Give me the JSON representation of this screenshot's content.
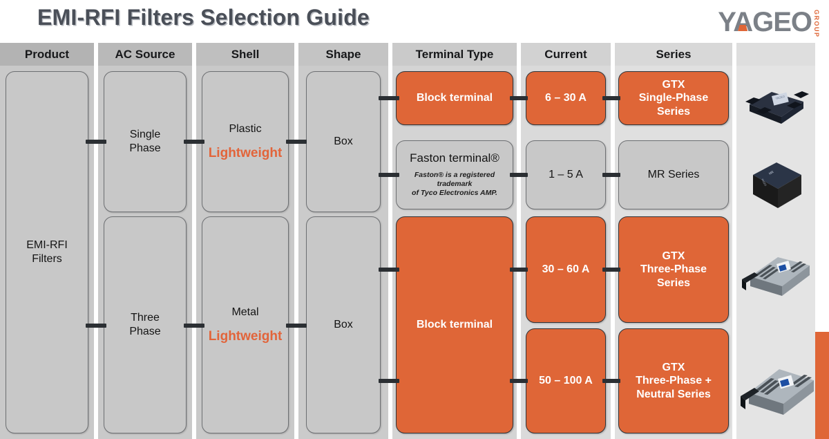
{
  "title": "EMI-RFI Filters Selection Guide",
  "brand": {
    "wordmark": "YAGEO",
    "sub": "GROUP",
    "gray": "#7b8087",
    "orange": "#df6637"
  },
  "colors": {
    "accent_orange": "#df6637",
    "node_gray": "#c8c8c8",
    "node_border": "#6d6f72",
    "connector": "#2b2f33",
    "title_text": "#4a4f58"
  },
  "columns": [
    {
      "key": "product",
      "header": "Product",
      "header_bg": "#b3b3b3",
      "body_bg": "#c9c9c9"
    },
    {
      "key": "ac",
      "header": "AC Source",
      "header_bg": "#b9b9b9",
      "body_bg": "#c9c9c9"
    },
    {
      "key": "shell",
      "header": "Shell",
      "header_bg": "#bfbfbf",
      "body_bg": "#c9c9c9"
    },
    {
      "key": "shape",
      "header": "Shape",
      "header_bg": "#c4c4c4",
      "body_bg": "#cbcbcb"
    },
    {
      "key": "terminal",
      "header": "Terminal Type",
      "header_bg": "#cacaca",
      "body_bg": "#d4d4d4"
    },
    {
      "key": "current",
      "header": "Current",
      "header_bg": "#d2d2d2",
      "body_bg": "#dadada"
    },
    {
      "key": "series",
      "header": "Series",
      "header_bg": "#d8d8d8",
      "body_bg": "#e0e0e0"
    },
    {
      "key": "photos",
      "header": "",
      "header_bg": "#dedede",
      "body_bg": "#e4e4e4"
    }
  ],
  "nodes": {
    "product": {
      "line1": "EMI-RFI",
      "line2": "Filters"
    },
    "ac_single": {
      "line1": "Single",
      "line2": "Phase"
    },
    "ac_three": {
      "line1": "Three",
      "line2": "Phase"
    },
    "shell_plastic": {
      "material": "Plastic",
      "highlight": "Lightweight"
    },
    "shell_metal": {
      "material": "Metal",
      "highlight": "Lightweight"
    },
    "shape_top": {
      "label": "Box"
    },
    "shape_bottom": {
      "label": "Box"
    },
    "term_block_top": {
      "label": "Block terminal"
    },
    "term_faston": {
      "label": "Faston terminal®",
      "note1": "Faston® is a registered trademark",
      "note2": "of Tyco Electronics AMP."
    },
    "term_block_bottom": {
      "label": "Block terminal"
    },
    "cur_6_30": {
      "label": "6 – 30 A"
    },
    "cur_1_5": {
      "label": "1 – 5 A"
    },
    "cur_30_60": {
      "label": "30 – 60 A"
    },
    "cur_50_100": {
      "label": "50 – 100 A"
    },
    "ser_gtx_single": {
      "l1": "GTX",
      "l2": "Single-Phase",
      "l3": "Series"
    },
    "ser_mr": {
      "l1": "MR Series"
    },
    "ser_gtx_three": {
      "l1": "GTX",
      "l2": "Three-Phase",
      "l3": "Series"
    },
    "ser_gtx_three_n": {
      "l1": "GTX",
      "l2": "Three-Phase +",
      "l3": "Neutral Series"
    }
  },
  "photos": [
    {
      "name": "gtx-single-phase-filter-photo"
    },
    {
      "name": "mr-series-module-photo"
    },
    {
      "name": "gtx-three-phase-filter-photo"
    },
    {
      "name": "gtx-three-phase-neutral-filter-photo"
    }
  ]
}
